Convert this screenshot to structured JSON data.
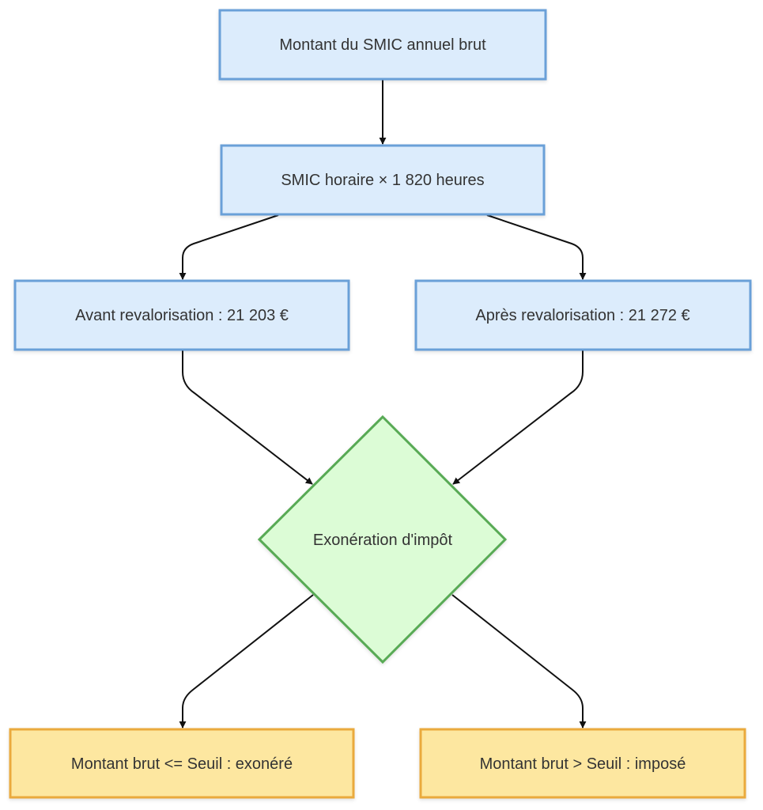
{
  "colors": {
    "process_fill": "#dcecfc",
    "process_stroke": "#6aa0d8",
    "decision_fill": "#dcfcd6",
    "decision_stroke": "#58aa54",
    "result_fill": "#fde7a0",
    "result_stroke": "#eaaa3c",
    "text": "#333333",
    "edge": "#111111"
  },
  "nodes": {
    "annual": {
      "label": "Montant du SMIC annuel brut",
      "shape": "rect",
      "style": "process"
    },
    "hourly": {
      "label": "SMIC horaire × 1 820 heures",
      "shape": "rect",
      "style": "process"
    },
    "before": {
      "label": "Avant revalorisation : 21 203 €",
      "shape": "rect",
      "style": "process"
    },
    "after": {
      "label": "Après revalorisation : 21 272 €",
      "shape": "rect",
      "style": "process"
    },
    "exemption": {
      "label": "Exonération d'impôt",
      "shape": "diamond",
      "style": "decision"
    },
    "exempt": {
      "label": "Montant brut <= Seuil : exonéré",
      "shape": "rect",
      "style": "result"
    },
    "taxed": {
      "label": "Montant brut > Seuil : imposé",
      "shape": "rect",
      "style": "result"
    }
  },
  "edges": [
    {
      "from": "annual",
      "to": "hourly"
    },
    {
      "from": "hourly",
      "to": "before"
    },
    {
      "from": "hourly",
      "to": "after"
    },
    {
      "from": "before",
      "to": "exemption"
    },
    {
      "from": "after",
      "to": "exemption"
    },
    {
      "from": "exemption",
      "to": "exempt"
    },
    {
      "from": "exemption",
      "to": "taxed"
    }
  ]
}
